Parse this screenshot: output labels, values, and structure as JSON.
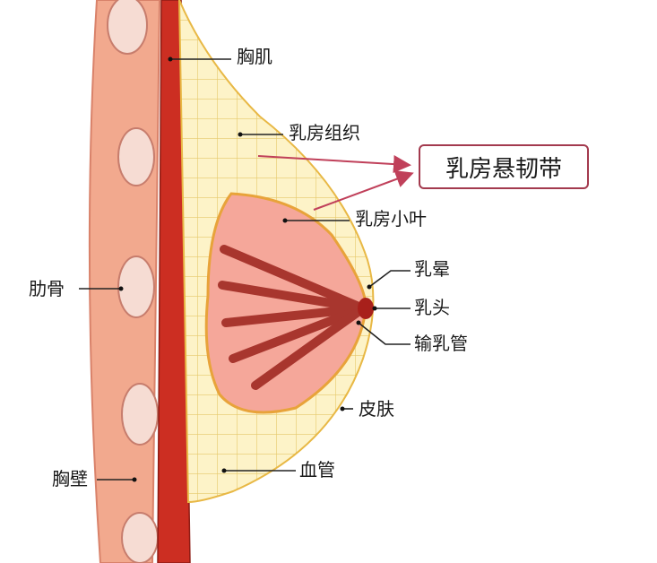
{
  "diagram": {
    "labels": {
      "pectoral_muscle": "胸肌",
      "breast_tissue": "乳房组织",
      "lobules": "乳房小叶",
      "ribs": "肋骨",
      "areola": "乳晕",
      "nipple": "乳头",
      "ducts": "输乳管",
      "skin": "皮肤",
      "chest_wall": "胸壁",
      "blood_vessels": "血管"
    },
    "callout": "乳房悬韧带"
  },
  "colors": {
    "rib_bone": "#f2a98e",
    "muscle": "#cc2e22",
    "fat": "#fdf3c8",
    "lobule_dark": "#a8362e",
    "lobule_light": "#f5a79a",
    "callout_border": "#a33a4e",
    "arrow": "#c0405a"
  }
}
